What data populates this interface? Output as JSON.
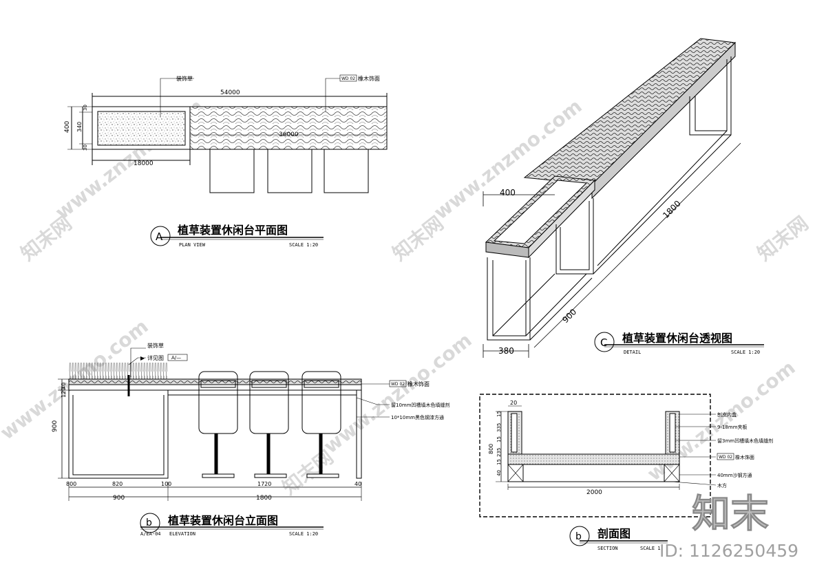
{
  "plan": {
    "title": "植草装置休闲台平面图",
    "marker": "A",
    "subtitle": "PLAN VIEW",
    "scale": "SCALE 1:20",
    "dims": {
      "total": "54000",
      "inner": "36000",
      "planter": "18000",
      "height": "400",
      "mid": "340",
      "edge_top": "30",
      "edge_bottom": "30"
    },
    "notes": {
      "grass": "装饰草",
      "wood": "橡木饰面",
      "wood_tag": "WD 02"
    }
  },
  "perspective": {
    "title": "植草装置休闲台透视图",
    "marker": "C",
    "subtitle": "DETAIL",
    "scale": "SCALE 1:20",
    "dims": {
      "d400": "400",
      "d1800": "1800",
      "d900": "900",
      "d380": "380"
    }
  },
  "elevation": {
    "title": "植草装置休闲台立面图",
    "marker": "b",
    "ref": "A/EA-04",
    "subtitle": "ELEVATION",
    "scale": "SCALE 1:20",
    "dims": {
      "d800": "800",
      "d820": "820",
      "d100": "100",
      "d1720": "1720",
      "d40": "40",
      "d900": "900",
      "d1800": "1800",
      "h900": "900",
      "h40": "40",
      "h120": "120"
    },
    "notes": {
      "grass": "装饰草",
      "detail_ref": "详见图",
      "detail_tag": "A/—",
      "wood_tag": "WD 02",
      "wood": "橡木饰面",
      "groove": "留10mm凹槽填木色填缝剂",
      "steel": "10*10mm黑色钢漆方通"
    }
  },
  "section": {
    "title": "剖面图",
    "marker": "b",
    "subtitle": "SECTION",
    "scale": "SCALE 1:",
    "dims": {
      "w20": "20",
      "h15a": "15",
      "h335": "335",
      "h15b": "15",
      "h235": "235",
      "h15c": "15",
      "h40": "40",
      "total_h": "800",
      "width": "2000"
    },
    "notes": {
      "n1": "刨皮内盒",
      "n2": "9-18mm夹板",
      "n3": "留3mm凹槽填木色填缝剂",
      "wood_tag": "WD 02",
      "wood": "橡木饰面",
      "n5": "40mm沙钢方通",
      "n6": "木方"
    }
  },
  "watermark": {
    "brand": "知末",
    "id": "ID: 1126250459",
    "site": "www.znzmo.com",
    "cn": "知末网"
  }
}
